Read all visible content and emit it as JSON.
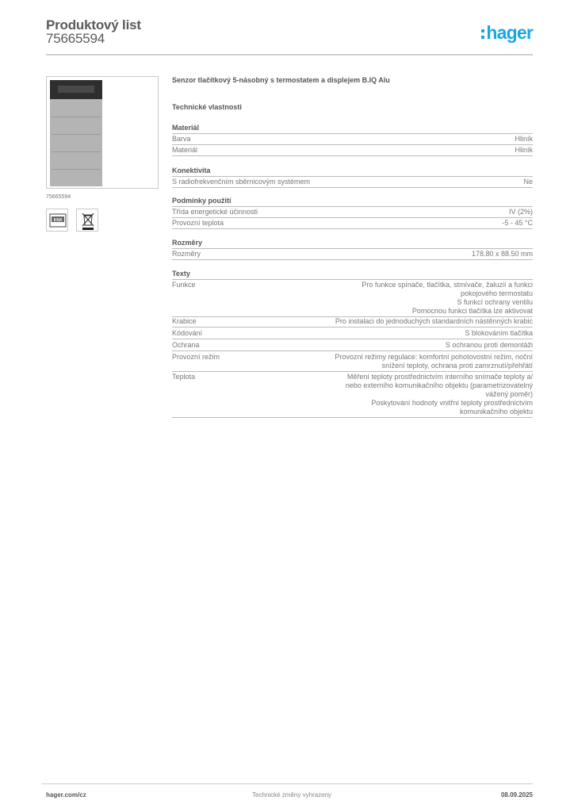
{
  "header": {
    "title": "Produktový list",
    "product_code": "75665594",
    "logo_text": "hager",
    "brand_color": "#19a6e6"
  },
  "product": {
    "image_caption": "75665594",
    "name": "Senzor tlačítkový 5-násobný s termostatem a displejem B.IQ Alu",
    "badges": [
      {
        "icon": "knx-icon",
        "label": "KNX"
      },
      {
        "icon": "weee-crossed-bin-icon",
        "label": "WEEE"
      }
    ]
  },
  "specs": {
    "section_title": "Technické vlastnosti",
    "groups": [
      {
        "title": "Materiál",
        "rows": [
          {
            "label": "Barva",
            "value": [
              "Hliník"
            ]
          },
          {
            "label": "Materiál",
            "value": [
              "Hliník"
            ]
          }
        ]
      },
      {
        "title": "Konektivita",
        "rows": [
          {
            "label": "S radiofrekvenčním sběrnicovým systémem",
            "value": [
              "Ne"
            ]
          }
        ]
      },
      {
        "title": "Podmínky použití",
        "rows": [
          {
            "label": "Třída energetické účinnosti",
            "value": [
              "IV (2%)"
            ]
          },
          {
            "label": "Provozní teplota",
            "value": [
              "-5 - 45 °C"
            ]
          }
        ]
      },
      {
        "title": "Rozměry",
        "rows": [
          {
            "label": "Rozměry",
            "value": [
              "178.80 x 88.50 mm"
            ]
          }
        ]
      },
      {
        "title": "Texty",
        "rows": [
          {
            "label": "Funkce",
            "value": [
              "Pro funkce spínače, tlačítka, stmívače, žaluzií a funkci",
              "pokojového termostatu",
              "S funkcí ochrany ventilu",
              "Pomocnou funkci tlačítka lze aktivovat"
            ]
          },
          {
            "label": "Krabice",
            "value": [
              "Pro instalaci do jednoduchých standardních nástěnných krabic"
            ]
          },
          {
            "label": "Kódování",
            "value": [
              "S blokováním tlačítka"
            ]
          },
          {
            "label": "Ochrana",
            "value": [
              "S ochranou proti demontáži"
            ]
          },
          {
            "label": "Provozní režim",
            "value": [
              "Provozní režimy regulace: komfortní pohotovostní režim, noční",
              "snížení teploty, ochrana proti zamrznutí/přehřátí"
            ]
          },
          {
            "label": "Teplota",
            "value": [
              "Měření teploty prostřednictvím interního snímače teploty a/",
              "nebo externího komunikačního objektu (parametrizovatelný",
              "vážený poměr)",
              "Poskytování hodnoty vnitřní teploty prostřednictvím",
              "komunikačního objektu"
            ]
          }
        ]
      }
    ]
  },
  "footer": {
    "website": "hager.com/cz",
    "notice": "Technické změny vyhrazeny",
    "date": "08.09.2025"
  }
}
